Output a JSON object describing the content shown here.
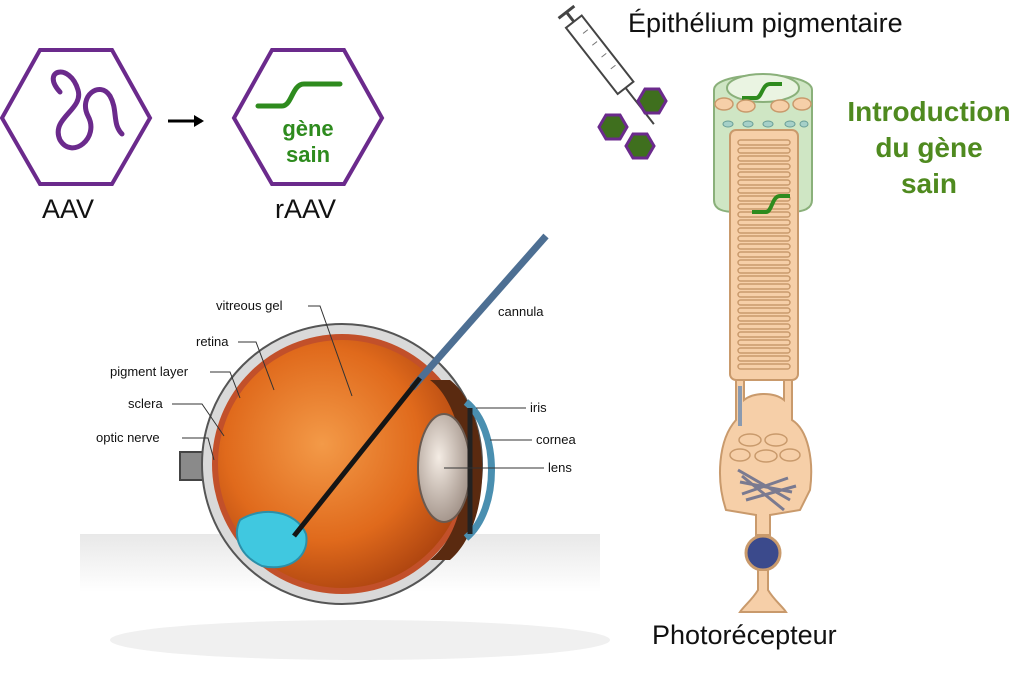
{
  "aav": {
    "label": "AAV",
    "purple": "#6b2a8c"
  },
  "raav": {
    "label": "rAAV",
    "gene_line1": "gène",
    "gene_line2": "sain",
    "green": "#2e8b1e"
  },
  "cell": {
    "title": "Épithélium pigmentaire",
    "bottom_label": "Photorécepteur",
    "intro_line1": "Introduction",
    "intro_line2": "du gène",
    "intro_line3": "sain",
    "intro_color": "#4f8a1f"
  },
  "eye": {
    "labels": {
      "vitreous_gel": "vitreous gel",
      "retina": "retina",
      "pigment_layer": "pigment layer",
      "sclera": "sclera",
      "optic_nerve": "optic nerve",
      "cannula": "cannula",
      "iris": "iris",
      "cornea": "cornea",
      "lens": "lens"
    }
  },
  "colors": {
    "hexagon_green": "#3f6f1e",
    "cell_orange": "#f6cfa8",
    "cell_green": "#cfe6c4",
    "eye_orange": "#e87020"
  }
}
